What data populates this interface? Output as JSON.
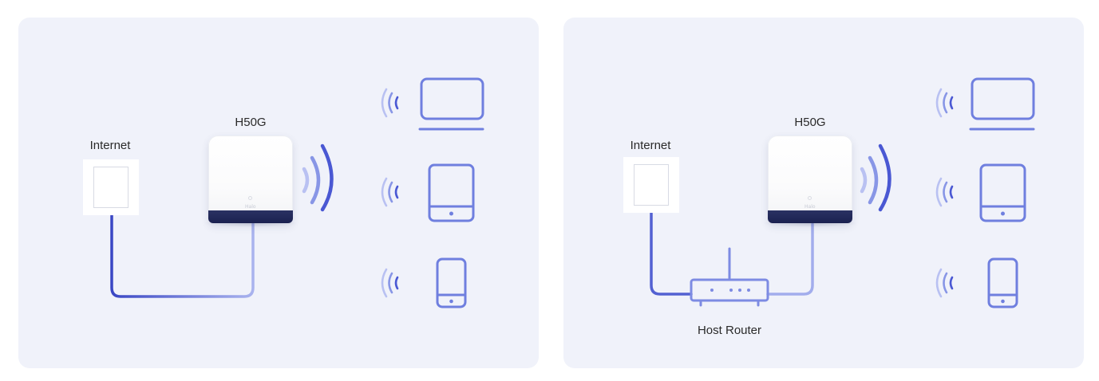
{
  "panels": [
    {
      "id": "left",
      "labels": {
        "internet": "Internet",
        "device": "H50G"
      },
      "device_logo": "Halo",
      "clients": [
        "laptop-icon",
        "tablet-icon",
        "phone-icon"
      ]
    },
    {
      "id": "right",
      "labels": {
        "internet": "Internet",
        "device": "H50G",
        "router": "Host Router"
      },
      "device_logo": "Halo",
      "clients": [
        "laptop-icon",
        "tablet-icon",
        "phone-icon"
      ]
    }
  ],
  "colors": {
    "panel_bg": "#f0f2fa",
    "cable_dark": "#3a47c4",
    "cable_light": "#9aa6ea",
    "icon_stroke": "#6f7fdf",
    "wifi_dark": "#4a58d3",
    "wifi_light": "#a6b1f0",
    "halo_base": "#1f2555",
    "text": "#2a2a2a"
  }
}
